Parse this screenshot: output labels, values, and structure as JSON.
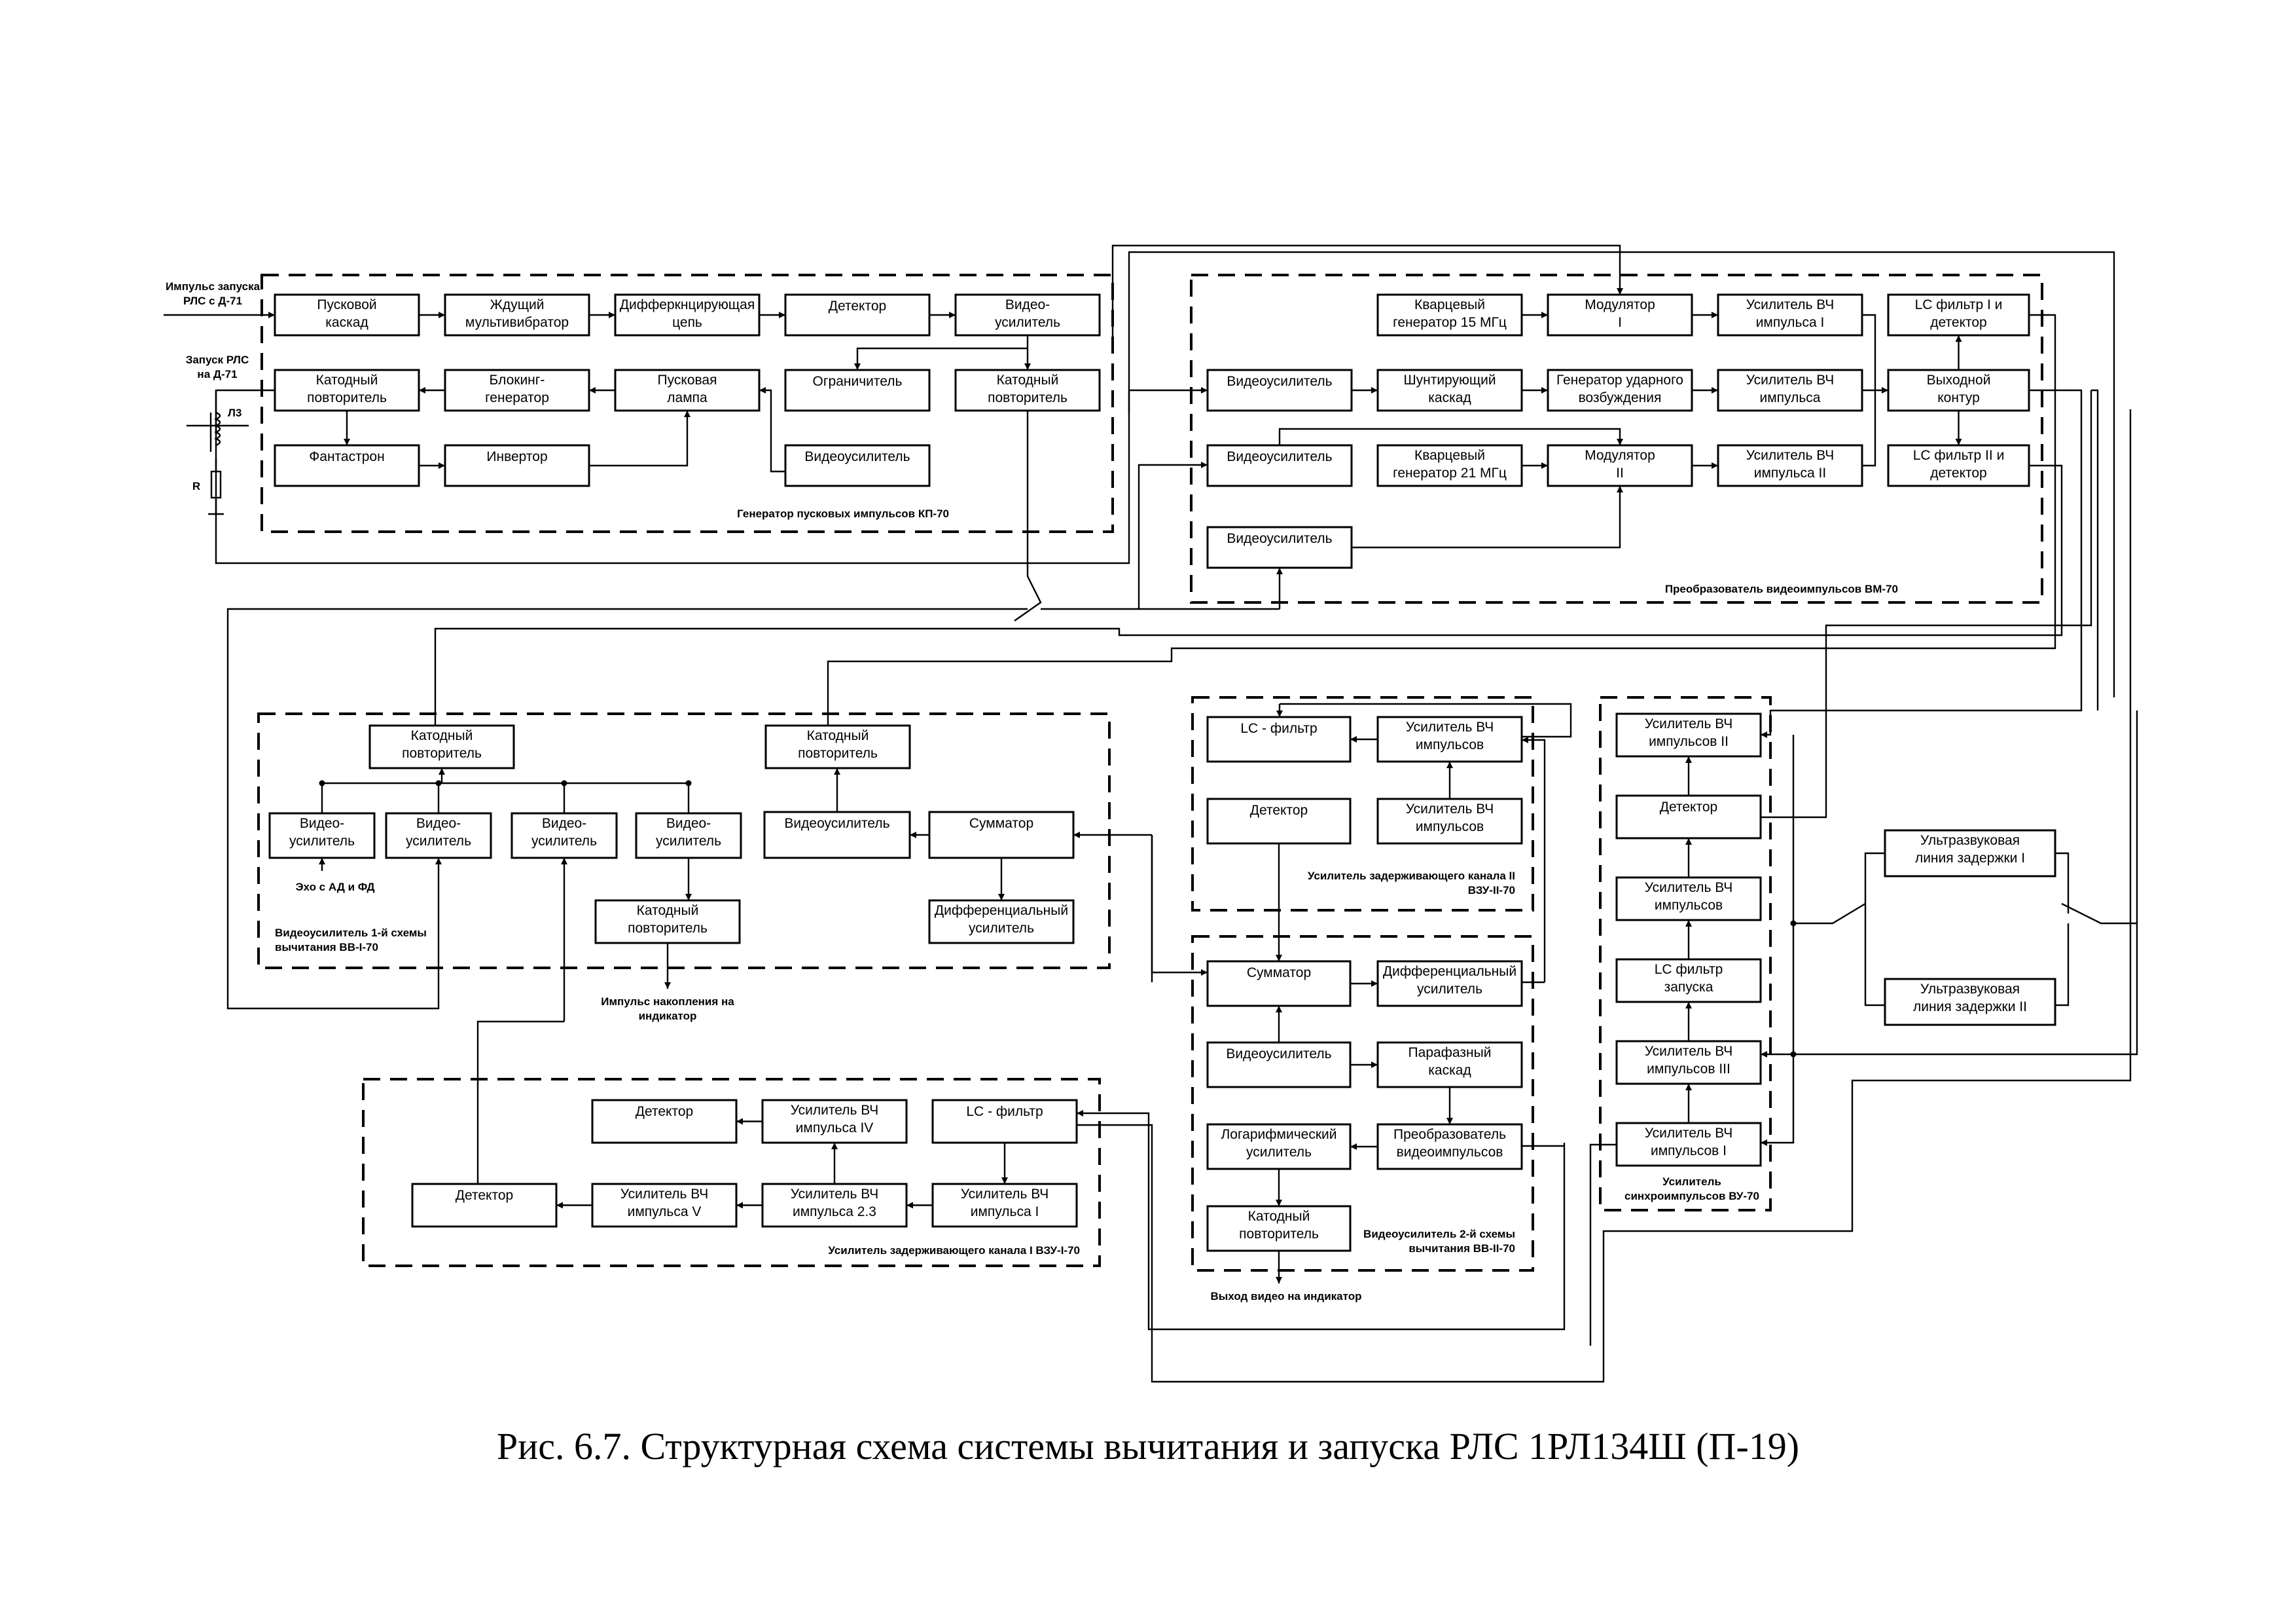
{
  "caption": "Рис. 6.7. Структурная схема системы вычитания и запуска РЛС 1РЛ134Ш (П-19)",
  "groups": {
    "kp70": "Генератор пусковых импульсов КП-70",
    "vm70": "Преобразователь видеоимпульсов ВМ-70",
    "vv1": [
      "Видеоусилитель 1-й схемы",
      "вычитания ВВ-I-70"
    ],
    "vzu2": [
      "Усилитель задерживающего канала II",
      "ВЗУ-II-70"
    ],
    "vv2": [
      "Видеоусилитель 2-й схемы",
      "вычитания ВВ-II-70"
    ],
    "vu70": [
      "Усилитель",
      "синхроимпульсов  ВУ-70"
    ],
    "vzu1": "Усилитель задерживающего канала I ВЗУ-I-70"
  },
  "blocks": {
    "kp_start": [
      "Пусковой",
      "каскад"
    ],
    "kp_mv": [
      "Ждущий",
      "мультивибратор"
    ],
    "kp_diff": [
      "Дифферкнцирующая",
      "цепь"
    ],
    "kp_det": [
      "Детектор"
    ],
    "kp_vu": [
      "Видео-",
      "усилитель"
    ],
    "kp_kp1": [
      "Катодный",
      "повторитель"
    ],
    "kp_block": [
      "Блокинг-",
      "генератор"
    ],
    "kp_lamp": [
      "Пусковая",
      "лампа"
    ],
    "kp_lim": [
      "Ограничитель"
    ],
    "kp_kp2": [
      "Катодный",
      "повторитель"
    ],
    "kp_fant": [
      "Фантастрон"
    ],
    "kp_inv": [
      "Инвертор"
    ],
    "kp_vu2": [
      "Видеоусилитель"
    ],
    "vm_q15": [
      "Кварцевый",
      "генератор 15 МГц"
    ],
    "vm_mod1": [
      "Модулятор",
      "I"
    ],
    "vm_hf1": [
      "Усилитель ВЧ",
      "импульса I"
    ],
    "vm_lc1": [
      "LC фильтр I и",
      "детектор"
    ],
    "vm_vu1": [
      "Видеоусилитель"
    ],
    "vm_shunt": [
      "Шунтирующий",
      "каскад"
    ],
    "vm_gen": [
      "Генератор ударного",
      "возбуждения"
    ],
    "vm_hfm": [
      "Усилитель ВЧ",
      "импульса"
    ],
    "vm_out": [
      "Выходной",
      "контур"
    ],
    "vm_vu2": [
      "Видеоусилитель"
    ],
    "vm_q21": [
      "Кварцевый",
      "генератор 21 МГц"
    ],
    "vm_mod2": [
      "Модулятор",
      "II"
    ],
    "vm_hf2": [
      "Усилитель ВЧ",
      "импульса II"
    ],
    "vm_lc2": [
      "LC фильтр II и",
      "детектор"
    ],
    "vm_vu3": [
      "Видеоусилитель"
    ],
    "vv1_kp1": [
      "Катодный",
      "повторитель"
    ],
    "vv1_kp2": [
      "Катодный",
      "повторитель"
    ],
    "vv1_a": [
      "Видео-",
      "усилитель"
    ],
    "vv1_b": [
      "Видео-",
      "усилитель"
    ],
    "vv1_c": [
      "Видео-",
      "усилитель"
    ],
    "vv1_d": [
      "Видео-",
      "усилитель"
    ],
    "vv1_vu": [
      "Видеоусилитель"
    ],
    "vv1_sum": [
      "Сумматор"
    ],
    "vv1_kp3": [
      "Катодный",
      "повторитель"
    ],
    "vv1_diff": [
      "Дифференциальный",
      "усилитель"
    ],
    "vzu2_lc": [
      "LC - фильтр"
    ],
    "vzu2_hf1": [
      "Усилитель ВЧ",
      "импульсов"
    ],
    "vzu2_det": [
      "Детектор"
    ],
    "vzu2_hf2": [
      "Усилитель ВЧ",
      "импульсов"
    ],
    "vv2_sum": [
      "Сумматор"
    ],
    "vv2_diff": [
      "Дифференциальный",
      "усилитель"
    ],
    "vv2_vu": [
      "Видеоусилитель"
    ],
    "vv2_para": [
      "Парафазный",
      "каскад"
    ],
    "vv2_log": [
      "Логарифмический",
      "усилитель"
    ],
    "vv2_conv": [
      "Преобразователь",
      "видеоимпульсов"
    ],
    "vv2_kp": [
      "Катодный",
      "повторитель"
    ],
    "vu_hf2": [
      "Усилитель ВЧ",
      "импульсов II"
    ],
    "vu_det": [
      "Детектор"
    ],
    "vu_hf": [
      "Усилитель ВЧ",
      "импульсов"
    ],
    "vu_lc": [
      "LC фильтр",
      "запуска"
    ],
    "vu_hf3": [
      "Усилитель ВЧ",
      "импульсов III"
    ],
    "vu_hf1": [
      "Усилитель ВЧ",
      "импульсов I"
    ],
    "udl1": [
      "Ультразвуковая",
      "линия задержки I"
    ],
    "udl2": [
      "Ультразвуковая",
      "линия задержки II"
    ],
    "vzu1_det1": [
      "Детектор"
    ],
    "vzu1_hf4": [
      "Усилитель ВЧ",
      "импульса IV"
    ],
    "vzu1_lc": [
      "LC - фильтр"
    ],
    "vzu1_det2": [
      "Детектор"
    ],
    "vzu1_hf5": [
      "Усилитель ВЧ",
      "импульса V"
    ],
    "vzu1_hf23": [
      "Усилитель ВЧ",
      "импульса 2.3"
    ],
    "vzu1_hf1": [
      "Усилитель ВЧ",
      "импульса I"
    ]
  },
  "notes": {
    "trigger_in": [
      "Импульс запуска",
      "РЛС с Д-71"
    ],
    "trigger_out": [
      "Запуск РЛС",
      "на Д-71"
    ],
    "l3": "Л3",
    "r": "R",
    "echo": "Эхо с АД и ФД",
    "accum": [
      "Импульс накопления на",
      "индикатор"
    ],
    "video_out": "Выход видео на индикатор"
  }
}
